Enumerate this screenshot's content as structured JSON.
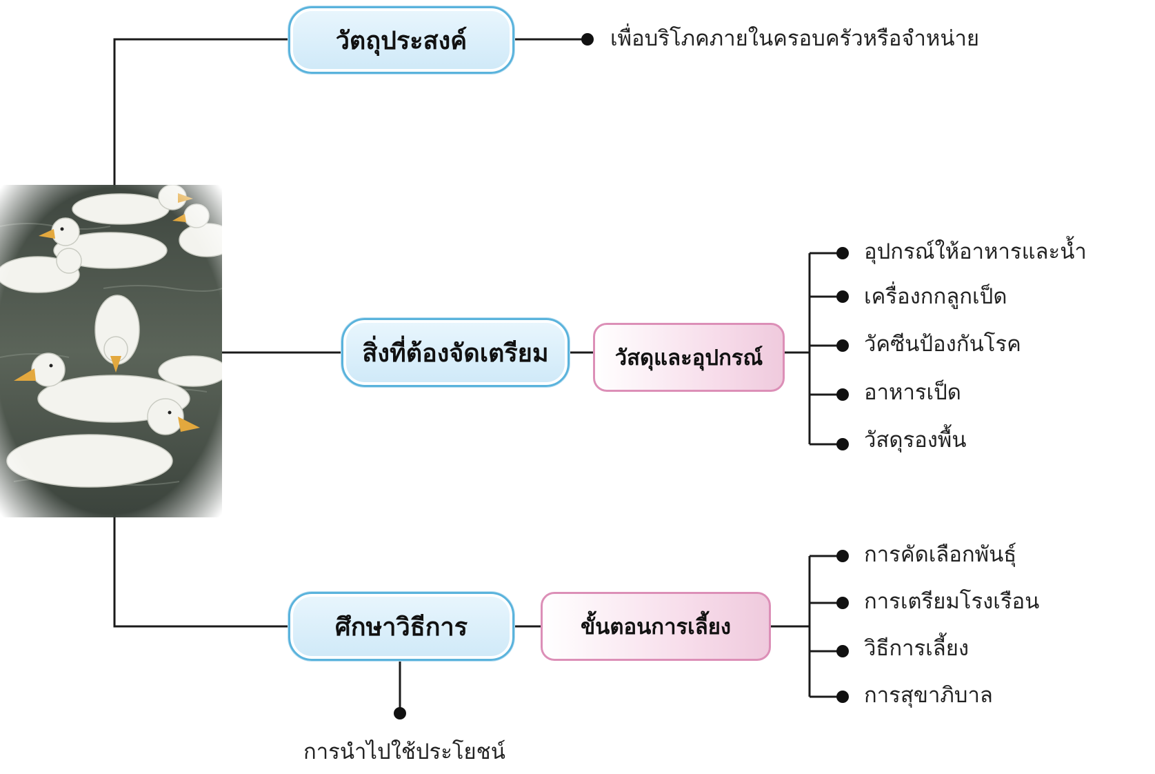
{
  "diagram": {
    "center_photo": "white-ducks-swimming-photo",
    "line_color": "#1a1a1a",
    "box_colors": {
      "main_border": "#5ab3dc",
      "main_fill": "#d8eefa",
      "sub_border": "#dc8fb7",
      "sub_fill": "#f5d9e7"
    },
    "nodes": {
      "objective": "วัตถุประสงค์",
      "preparation": "สิ่งที่ต้องจัดเตรียม",
      "materials": "วัสดุและอุปกรณ์",
      "study": "ศึกษาวิธีการ",
      "steps": "ขั้นตอนการเลี้ยง"
    },
    "objective_detail": "เพื่อบริโภคภายในครอบครัวหรือจำหน่าย",
    "materials_items": [
      "อุปกรณ์ให้อาหารและน้ำ",
      "เครื่องกกลูกเป็ด",
      "วัคซีนป้องกันโรค",
      "อาหารเป็ด",
      "วัสดุรองพื้น"
    ],
    "steps_items": [
      "การคัดเลือกพันธุ์",
      "การเตรียมโรงเรือน",
      "วิธีการเลี้ยง",
      "การสุขาภิบาล"
    ],
    "usage": "การนำไปใช้ประโยชน์"
  }
}
